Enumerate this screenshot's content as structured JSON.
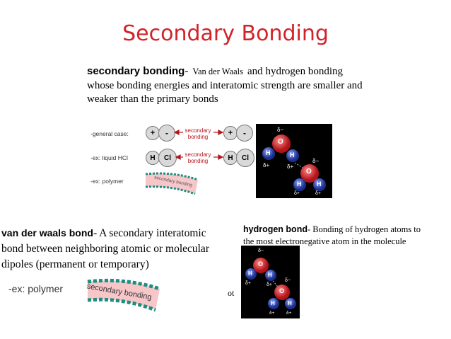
{
  "title": "Secondary Bonding",
  "main": {
    "term": "secondary bonding",
    "dash": "-",
    "vdw_inline": "Van der Waals",
    "and": "and",
    "text": "hydrogen bonding whose bonding energies and interatomic strength are smaller and weaker than the primary bonds"
  },
  "diagram": {
    "general_case": "-general case:",
    "liquid_hcl": "-ex: liquid HCl",
    "polymer": "-ex: polymer",
    "plus": "+",
    "minus": "-",
    "h": "H",
    "cl": "Cl",
    "secondary_bonding": "secondary bonding",
    "secondary_line1": "secondary",
    "secondary_line2": "bonding"
  },
  "water": {
    "o": "O",
    "h": "H",
    "delta_minus": "δ−",
    "delta_plus": "δ+"
  },
  "vdw_block": {
    "term": "van der waals bond",
    "text": "- A secondary interatomic bond between neighboring atomic or molecular dipoles (permanent or temporary)"
  },
  "hb_block": {
    "term": "hydrogen bond",
    "line1": "- Bonding of hydrogen atoms to",
    "line2": "the most electronegative atom in the molecule"
  },
  "polymer_large": "-ex: polymer",
  "fragment": "ot",
  "colors": {
    "title": "#d1232a",
    "arrow": "#b4171f",
    "polymer_chain": "#1a8f80",
    "polymer_fill": "#f6c6c9",
    "oxygen": "#d8232b",
    "hydrogen": "#2f4fc2"
  }
}
